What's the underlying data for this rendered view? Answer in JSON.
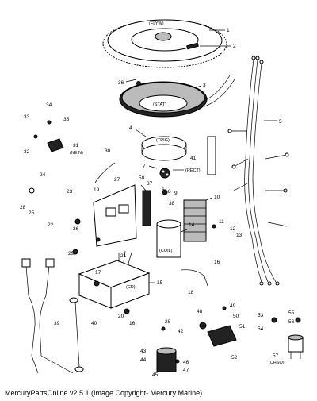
{
  "caption": "MercuryPartsOnline v2.5.1 (Image Copyright- Mercury Marine)",
  "part_tags": {
    "flyw": "(FLYW)",
    "stat": "(STAT)",
    "trig": "(TRIG)",
    "rect": "(RECT)",
    "coil": "(COIL)",
    "cd": "(CD)",
    "nein": "(NEIN)",
    "chso": "(CHSO)"
  },
  "callouts": {
    "n1": "1",
    "n2": "2",
    "n3": "3",
    "n4": "4",
    "n5": "5",
    "n6": "6",
    "n7": "7",
    "n8": "8",
    "n9": "9",
    "n10": "10",
    "n11": "11",
    "n12": "12",
    "n13": "13",
    "n14": "14",
    "n15": "15",
    "n16a": "16",
    "n16b": "16",
    "n17": "17",
    "n18": "18",
    "n19": "19",
    "n20": "20",
    "n21": "21",
    "n22": "22",
    "n23": "23",
    "n24": "24",
    "n25": "25",
    "n26": "26",
    "n27": "27",
    "n28a": "28",
    "n28b": "28",
    "n29": "29",
    "n30": "30",
    "n31": "31",
    "n32": "32",
    "n33": "33",
    "n34": "34",
    "n35": "35",
    "n36": "36",
    "n37": "37",
    "n38": "38",
    "n39": "39",
    "n40": "40",
    "n41": "41",
    "n42": "42",
    "n43": "43",
    "n44": "44",
    "n45": "45",
    "n46": "46",
    "n47": "47",
    "n48": "48",
    "n49": "49",
    "n50": "50",
    "n51": "51",
    "n52": "52",
    "n53": "53",
    "n54": "54",
    "n55": "55",
    "n56": "56",
    "n57": "57",
    "n58": "58"
  }
}
